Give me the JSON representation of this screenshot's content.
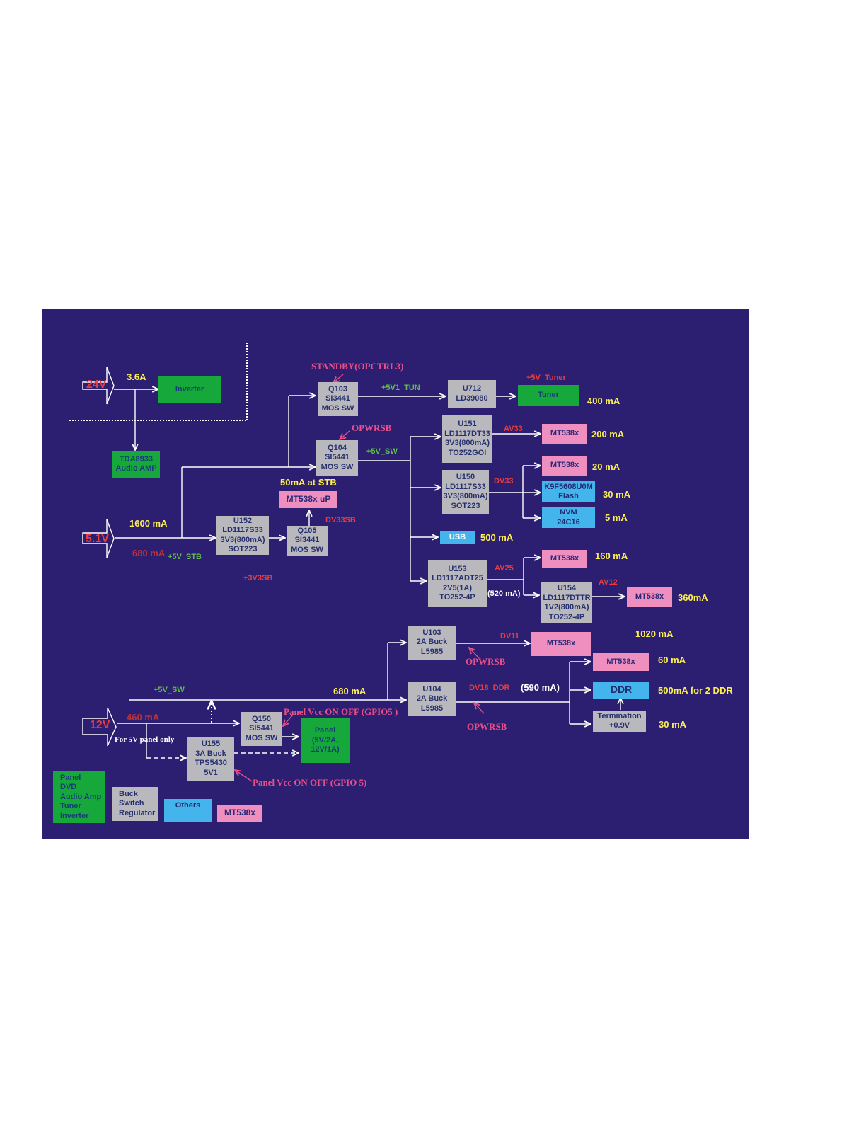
{
  "sources": {
    "v24": "24V",
    "v51": "5.1V",
    "v12": "12V"
  },
  "boxes": {
    "inverter": "Inverter",
    "tda": [
      "TDA8933",
      "Audio AMP"
    ],
    "q103": [
      "Q103",
      "SI3441",
      "MOS SW"
    ],
    "u712": [
      "U712",
      "LD39080"
    ],
    "tuner": "Tuner",
    "q104": [
      "Q104",
      "SI5441",
      "MOS SW"
    ],
    "u151": [
      "U151",
      "LD1117DT33",
      "3V3(800mA)",
      "TO252GOI"
    ],
    "mt_av33": "MT538x",
    "u150": [
      "U150",
      "LD1117S33",
      "3V3(800mA)",
      "SOT223"
    ],
    "mt_dv33": "MT538x",
    "flash": [
      "K9F5608U0M",
      "Flash"
    ],
    "nvm": [
      "NVM",
      "24C16"
    ],
    "mt_up": "MT538x uP",
    "u152": [
      "U152",
      "LD1117S33",
      "3V3(800mA)",
      "SOT223"
    ],
    "q105": [
      "Q105",
      "SI3441",
      "MOS SW"
    ],
    "usb": "USB",
    "u153": [
      "U153",
      "LD1117ADT25",
      "2V5(1A)",
      "TO252-4P"
    ],
    "mt_av25": "MT538x",
    "u154": [
      "U154",
      "LD1117DTTR",
      "1V2(800mA)",
      "TO252-4P"
    ],
    "mt_av12": "MT538x",
    "u103": [
      "U103",
      "2A Buck",
      "L5985"
    ],
    "mt_dv11": "MT538x",
    "u104": [
      "U104",
      "2A Buck",
      "L5985"
    ],
    "mt_dv18": "MT538x",
    "ddr": "DDR",
    "term": [
      "Termination",
      "+0.9V"
    ],
    "q150": [
      "Q150",
      "SI5441",
      "MOS SW"
    ],
    "panel": [
      "Panel",
      "(5V/2A,",
      "12V/1A)"
    ],
    "u155": [
      "U155",
      "3A Buck",
      "TPS5430",
      "5V1"
    ]
  },
  "labels": {
    "a36": "3.6A",
    "standby": "STANDBY(OPCTRL3)",
    "v5v1_tun": "+5V1_TUN",
    "v5_tuner": "+5V_Tuner",
    "ma400": "400 mA",
    "opwrsb1": "OPWRSB",
    "v5_sw1": "+5V_SW",
    "av33": "AV33",
    "ma200": "200 mA",
    "ma20": "20 mA",
    "dv33": "DV33",
    "ma30a": "30 mA",
    "ma5": "5 mA",
    "stb": "50mA at STB",
    "dv33sb": "DV33SB",
    "ma1600": "1600 mA",
    "ma680a": "680 mA",
    "v5_stb": "+5V_STB",
    "v3v3sb": "+3V3SB",
    "ma500": "500 mA",
    "av25": "AV25",
    "ma160": "160 mA",
    "av12": "AV12",
    "ma520": "(520 mA)",
    "ma360": "360mA",
    "ma1020": "1020 mA",
    "dv11": "DV11",
    "opwrsb2": "OPWRSB",
    "ma60": "60 mA",
    "v5_sw2": "+5V_SW",
    "ma680b": "680 mA",
    "dv18": "DV18_DDR",
    "ma590": "(590 mA)",
    "ddr500": "500mA for 2 DDR",
    "opwrsb3": "OPWRSB",
    "ma30b": "30 mA",
    "ma460": "460 mA",
    "panelvcc1": "Panel Vcc ON OFF (GPIO5 )",
    "for5v": "For 5V panel only",
    "panelvcc2": "Panel Vcc ON OFF (GPIO 5)"
  },
  "legend": {
    "green": [
      "Panel",
      "DVD",
      "Audio Amp",
      "Tuner",
      "Inverter"
    ],
    "gray": [
      "Buck",
      "Switch",
      "Regulator"
    ],
    "blue": "Others",
    "pink": "MT538x"
  },
  "colors": {
    "background": "#2c1e70",
    "regulator_gray": "#b9b9bd",
    "function_green": "#17a83c",
    "soc_pink": "#ef8fc0",
    "others_blue": "#44b4ec",
    "current_yellow": "#fcf050",
    "rail_red": "#ea3c3c",
    "net_green": "#5ec24a",
    "control_magenta": "#e9508a"
  }
}
